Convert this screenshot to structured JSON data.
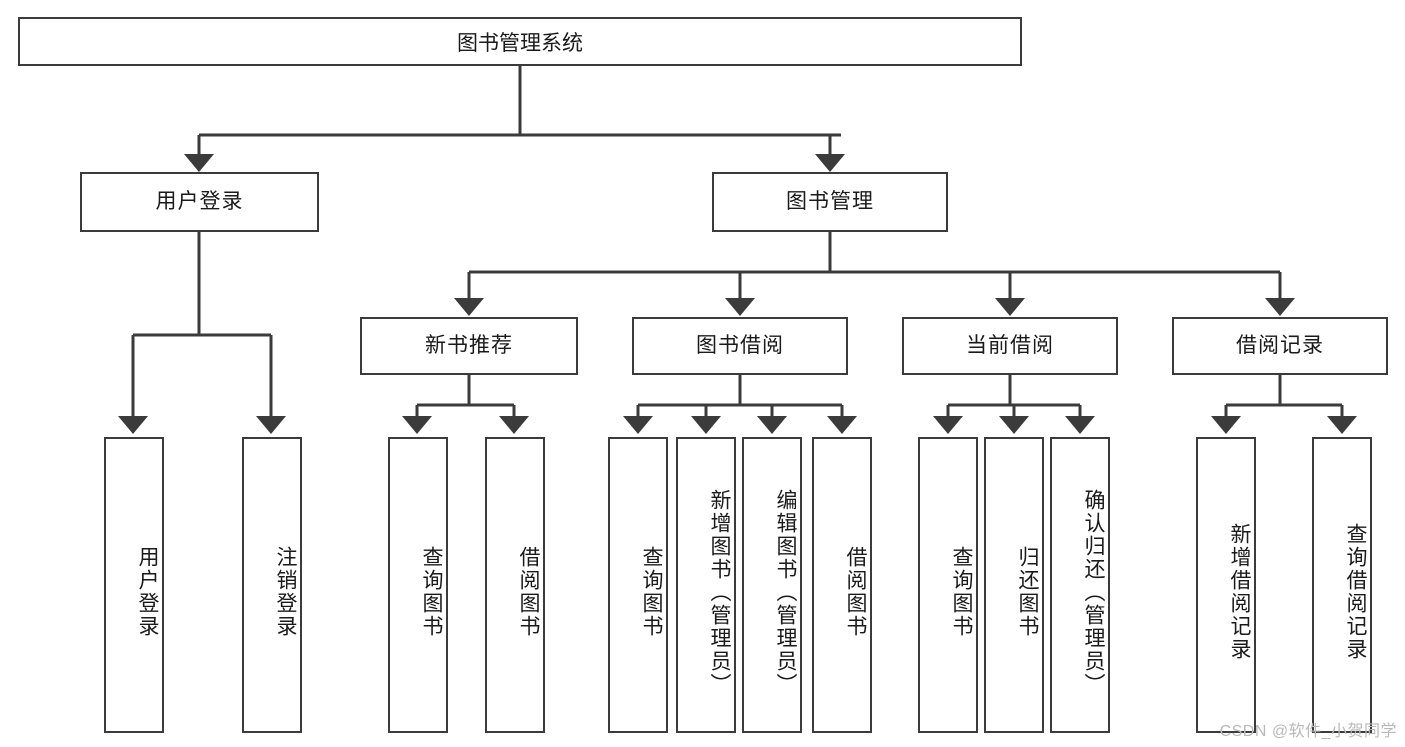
{
  "diagram": {
    "title": "图书管理系统",
    "type": "hierarchy-tree",
    "root": {
      "label": "图书管理系统"
    },
    "level1": [
      {
        "label": "用户登录"
      },
      {
        "label": "图书管理"
      }
    ],
    "level2": [
      {
        "label": "新书推荐",
        "parent": "图书管理"
      },
      {
        "label": "图书借阅",
        "parent": "图书管理"
      },
      {
        "label": "当前借阅",
        "parent": "图书管理"
      },
      {
        "label": "借阅记录",
        "parent": "图书管理"
      }
    ],
    "leaves": {
      "user_login": [
        {
          "label": "用户登录"
        },
        {
          "label": "注销登录"
        }
      ],
      "new_book_recommend": [
        {
          "label": "查询图书"
        },
        {
          "label": "借阅图书"
        }
      ],
      "book_borrow": [
        {
          "label": "查询图书"
        },
        {
          "label": "新增图书（管理员）"
        },
        {
          "label": "编辑图书（管理员）"
        },
        {
          "label": "借阅图书"
        }
      ],
      "current_borrow": [
        {
          "label": "查询图书"
        },
        {
          "label": "归还图书"
        },
        {
          "label": "确认归还（管理员）"
        }
      ],
      "borrow_record": [
        {
          "label": "新增借阅记录"
        },
        {
          "label": "查询借阅记录"
        }
      ]
    }
  },
  "watermark": {
    "text": "CSDN @软件_小贺同学"
  },
  "colors": {
    "border": "#3b3b3b",
    "background": "#ffffff",
    "text": "#1a1a1a",
    "watermark": "#b9b9b9"
  }
}
